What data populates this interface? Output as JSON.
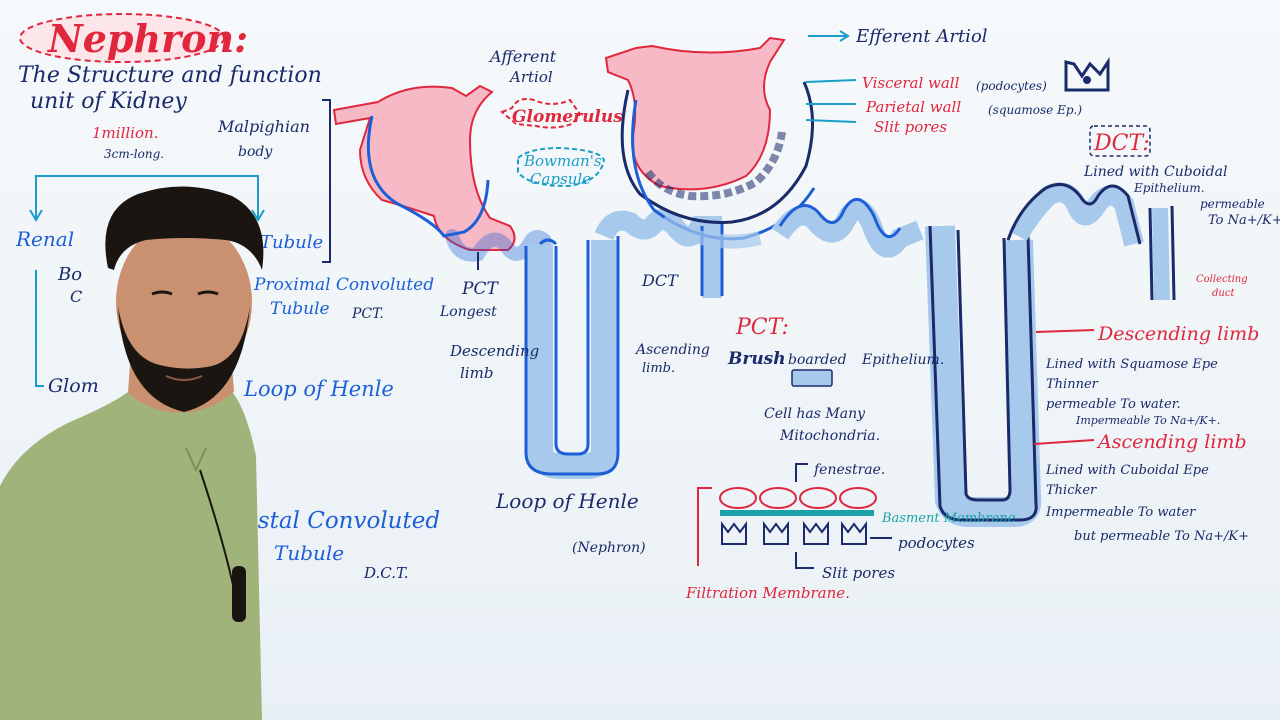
{
  "title": "Nephron:",
  "subtitle_1": "The Structure and function",
  "subtitle_2": "unit of Kidney",
  "left_notes": {
    "count": "1million.",
    "length": "3cm-long.",
    "malpighian_1": "Malpighian",
    "malpighian_2": "body",
    "renal": "Renal",
    "tubule": "Tubule",
    "bo": "Bo",
    "c": "C",
    "pct_1": "Proximal Convoluted",
    "pct_2": "Tubule",
    "pct_abbr": "PCT.",
    "glom": "Glom",
    "loop": "Loop of Henle",
    "dct_1": "Distal Convoluted",
    "dct_2": "Tubule",
    "dct_abbr": "D.C.T."
  },
  "diagram_labels": {
    "afferent_1": "Afferent",
    "afferent_2": "Artiol",
    "glomerulus": "Glomerulus",
    "bowmans_1": "Bowman's",
    "bowmans_2": "Capsule",
    "efferent": "Efferent Artiol",
    "visceral": "Visceral wall",
    "visceral_note": "(podocytes)",
    "parietal": "Parietal wall",
    "parietal_note": "(squamose Ep.)",
    "slit_pores_top": "Slit pores",
    "pct": "PCT",
    "longest": "Longest",
    "descending_left_1": "Descending",
    "descending_left_2": "limb",
    "dct_mid": "DCT",
    "ascending_mid_1": "Ascending",
    "ascending_mid_2": "limb.",
    "loop_1": "Loop of Henle",
    "loop_2": "(Nephron)",
    "collecting": "Collecting",
    "collecting_2": "duct"
  },
  "pct_box": {
    "heading": "PCT:",
    "brush_1": "Brush",
    "brush_2": "boarded",
    "epithelium": "Epithelium.",
    "mito_1": "Cell has Many",
    "mito_2": "Mitochondria."
  },
  "filtration": {
    "fenestrae": "fenestrae.",
    "basement": "Basment Membrane",
    "podocytes": "podocytes",
    "slit_pores": "Slit pores",
    "membrane": "Filtration Membrane."
  },
  "dct_box": {
    "heading": "DCT:",
    "line_1": "Lined with Cuboidal",
    "line_2": "Epithelium.",
    "perm_1": "permeable",
    "perm_2": "To Na+/K+"
  },
  "descending_box": {
    "heading": "Descending limb",
    "items": [
      "Lined with Squamose Epe",
      "Thinner",
      "permeable To water.",
      "Impermeable To Na+/K+."
    ]
  },
  "ascending_box": {
    "heading": "Ascending limb",
    "items": [
      "Lined with Cuboidal Epe",
      "Thicker",
      "Impermeable To water",
      "but permeable To Na+/K+"
    ]
  },
  "colors": {
    "blue_ink": "#1d5fd6",
    "red_ink": "#e0273d",
    "navy_ink": "#1a2a6a",
    "tubule_fill": "#a7c9ec",
    "glom_fill": "#f7b9c5",
    "cyan_ink": "#1a9ec9",
    "teal_ink": "#1ba3a8",
    "shirt": "#9fb37a",
    "skin": "#c9916f",
    "hair": "#1b1512"
  }
}
